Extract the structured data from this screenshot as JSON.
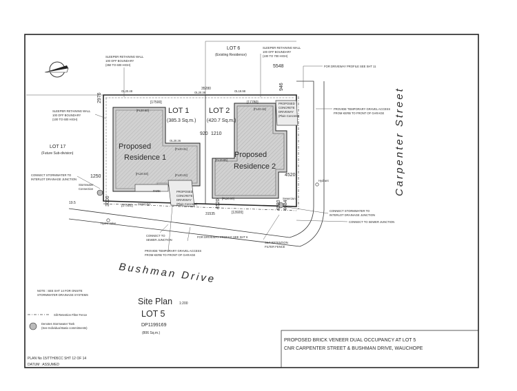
{
  "lot6": {
    "title": "LOT 6",
    "sub": "(Existing Residence)"
  },
  "lot17": {
    "title": "LOT 17",
    "sub": "(Future Sub-division)"
  },
  "lot1": {
    "title": "LOT 1",
    "area": "(385.3 Sq.m.)"
  },
  "lot2": {
    "title": "LOT 2",
    "area": "(420.7 Sq.m.)"
  },
  "residence1": {
    "line1": "Proposed",
    "line2": "Residence 1"
  },
  "residence2": {
    "line1": "Proposed",
    "line2": "Residence 2"
  },
  "streets": {
    "carpenter": "Carpenter Street",
    "bushman": "Bushman Drive"
  },
  "callouts": {
    "retaining_top_1": "SLEEPER RETAINING WALL",
    "retaining_top_2": "100 OFF BOUNDARY",
    "retaining_top_3": "(350 TO 600 HIGH)",
    "retaining_top2_1": "SLEEPER RETAINING WALL",
    "retaining_top2_2": "100 OFF BOUNDARY",
    "retaining_top2_3": "(100 TO 700 HIGH)",
    "retaining_left_1": "SLEEPER RETAINING WALL",
    "retaining_left_2": "100 OFF BOUNDARY",
    "retaining_left_3": "(100 TO 600 HIGH)",
    "driveway_profile_11": "FOR DRIVEWAY PROFILE SEE SHT 11",
    "gravel_access_right_1": "PROVIDE TEMPORARY GRAVEL ACCESS",
    "gravel_access_right_2": "FROM KERB TO FRONT OF GARAGE",
    "concrete_driveway_2_1": "PROPOSED",
    "concrete_driveway_2_2": "CONCRETE",
    "concrete_driveway_2_3": "DRIVEWAY",
    "concrete_driveway_2_4": "(Plain Concrete)",
    "concrete_driveway_1_1": "PROPOSED",
    "concrete_driveway_1_2": "CONCRETE",
    "concrete_driveway_1_3": "DRIVEWAY",
    "concrete_driveway_1_4": "(Plain Concrete)",
    "stormwater_left_1": "CONNECT STORMWATER TO",
    "stormwater_left_2": "INTERLOT DRAINAGE JUNCTION",
    "stormwater_right_1": "CONNECT STORMWATER TO",
    "stormwater_right_2": "INTERLOT DRAINAGE JUNCTION",
    "sewer_right": "CONNECT TO SEWER JUNCTION",
    "sewer_left_1": "CONNECT TO",
    "sewer_left_2": "SEWER JUNCTION",
    "driveway_profile_6": "FOR DRIVEWAY PROFILE SEE SHT 6",
    "silt_fence_1": "SILT RETENTION",
    "silt_fence_2": "FILTER FENCE",
    "gravel_access_bottom_1": "PROVIDE TEMPORARY GRAVEL ACCESS",
    "gravel_access_bottom_2": "FROM KERB TO FRONT OF GARAGE",
    "stormwater_conn_1": "Stormwater",
    "stormwater_conn_2": "Connection",
    "sewer_jun_1": "SewerJun",
    "sewer_jun_2": "SewerJun",
    "hydro_valve": "Hydro Valve",
    "hydrant": "Hydrant"
  },
  "dims": {
    "d35280": "35280",
    "d17500": "[17500]",
    "d17780": "[17780]",
    "d5548": "5548",
    "d920": "920",
    "d1210": "1210",
    "d1250": "1250",
    "d4520a": "4520",
    "d4520b": "4520",
    "d4520c": "4520",
    "d4684": "4684",
    "d3000": "3000",
    "d2976": "2976",
    "d31535": "31535",
    "d17922": "[17922]",
    "d13920": "[13920]",
    "d946": "946",
    "d19_5": "19.5",
    "dol1": "OL20.48",
    "dol2": "OL20.38",
    "dol3": "OL19.98",
    "dol4": "OL20.26",
    "dfl1": "[FL20.60]",
    "dfl2": "[FL20.31]",
    "dfl3": "[FL20.03]",
    "dfl4": "[FL20.22]",
    "dfl5": "[FL19.65]",
    "dfl6": "[FL20.00]",
    "dfl7": "[FL20.18]",
    "dpark": "PARK"
  },
  "legend": {
    "note_1": "NOTE : SEE SHT 14 FOR ONSITE",
    "note_2": "STORMWATER DRAINAGE SYSTEMS",
    "silt_label": "Silt Retention Filter Fence",
    "tank_label_1": "Denotes Stormwater Tank",
    "tank_label_2": "(See Individual Basix commitments)"
  },
  "site_plan": {
    "title": "Site Plan",
    "scale": "1:200",
    "lot": "LOT 5",
    "dp": "DP1199169",
    "area": "(806 Sq.m.)"
  },
  "plan_info": {
    "plan_no": "PLAN No 15/TTH05CC  SHT 12 OF 14",
    "datum": "DATUM :  ASSUMED"
  },
  "title_block": {
    "line1": "PROPOSED BRICK VENEER DUAL OCCUPANCY AT LOT 5",
    "line2": "CNR CARPENTER STREET & BUSHMAN DRIVE, WAUCHOPE"
  },
  "icons": [
    "north-arrow-icon",
    "stormwater-tank-icon",
    "silt-fence-line-icon"
  ]
}
